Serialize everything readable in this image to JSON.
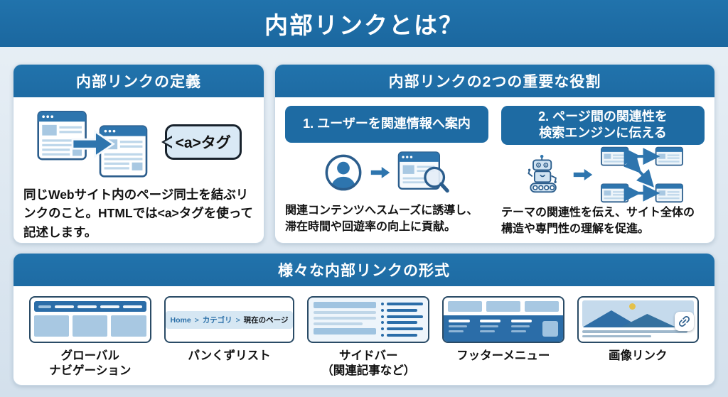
{
  "title": "内部リンクとは？",
  "definition_card": {
    "header": "内部リンクの定義",
    "bubble_label": "<a>タグ",
    "body": "同じWebサイト内のページ同士を結ぶリンクのこと。HTMLでは<a>タグを使って記述します。"
  },
  "roles_card": {
    "header": "内部リンクの2つの重要な役割",
    "roles": [
      {
        "title": "1. ユーザーを関連情報へ案内",
        "description": "関連コンテンツへスムーズに誘導し、滞在時間や回遊率の向上に貢献。"
      },
      {
        "title": "2. ページ間の関連性を\n検索エンジンに伝える",
        "description": "テーマの関連性を伝え、サイト全体の構造や専門性の理解を促進。"
      }
    ]
  },
  "formats_card": {
    "header": "様々な内部リンクの形式",
    "items": [
      {
        "label": "グローバル\nナビゲーション"
      },
      {
        "label": "パンくずリスト",
        "breadcrumb": {
          "home": "Home",
          "separator": ">",
          "category": "カテゴリ",
          "current": "現在のページ"
        }
      },
      {
        "label": "サイドバー\n（関連記事など）"
      },
      {
        "label": "フッターメニュー"
      },
      {
        "label": "画像リンク"
      }
    ]
  },
  "icons": {
    "definition": [
      "browser-window",
      "arrow-right",
      "browser-window",
      "speech-bubble"
    ],
    "role_guide": [
      "user",
      "arrow-right",
      "browser-search"
    ],
    "role_seo": [
      "robot",
      "arrow-right",
      "linked-pages-network"
    ],
    "formats": [
      "global-nav-thumbnail",
      "breadcrumb-thumbnail",
      "sidebar-thumbnail",
      "footer-menu-thumbnail",
      "image-link-thumbnail"
    ]
  },
  "colors": {
    "banner_blue": "#2173ac",
    "role_box_blue": "#1e6ba3",
    "icon_blue": "#2e75ae",
    "icon_light_blue": "#a8c8e2",
    "outline_navy": "#2b5d8c",
    "page_bg": "#d8e3ee",
    "text_dark": "#111111"
  }
}
